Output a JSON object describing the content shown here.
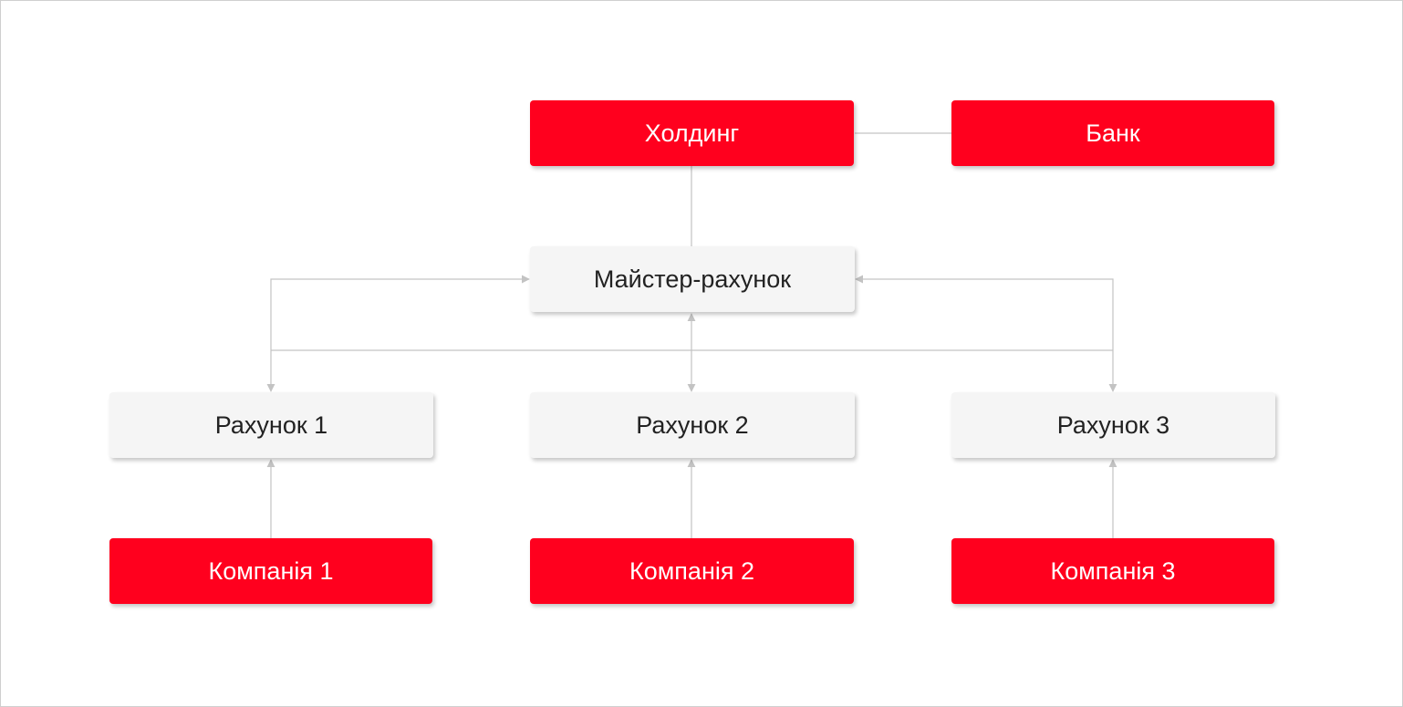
{
  "diagram": {
    "nodes": {
      "holding": {
        "label": "Холдинг"
      },
      "bank": {
        "label": "Банк"
      },
      "master_account": {
        "label": "Майстер-рахунок"
      },
      "account_1": {
        "label": "Рахунок 1"
      },
      "account_2": {
        "label": "Рахунок 2"
      },
      "account_3": {
        "label": "Рахунок 3"
      },
      "company_1": {
        "label": "Компанія 1"
      },
      "company_2": {
        "label": "Компанія 2"
      },
      "company_3": {
        "label": "Компанія 3"
      }
    },
    "edges": [
      {
        "from": "holding",
        "to": "bank",
        "arrow": "none"
      },
      {
        "from": "holding",
        "to": "master_account",
        "arrow": "none"
      },
      {
        "from": "master_account",
        "to": "account_1",
        "arrow": "both"
      },
      {
        "from": "master_account",
        "to": "account_2",
        "arrow": "both"
      },
      {
        "from": "master_account",
        "to": "account_3",
        "arrow": "both"
      },
      {
        "from": "company_1",
        "to": "account_1",
        "arrow": "end"
      },
      {
        "from": "company_2",
        "to": "account_2",
        "arrow": "end"
      },
      {
        "from": "company_3",
        "to": "account_3",
        "arrow": "end"
      }
    ],
    "colors": {
      "entity_fill": "#ff001e",
      "entity_text": "#ffffff",
      "account_fill": "#f5f5f5",
      "account_text": "#222222",
      "connector": "#c3c3c3"
    }
  }
}
